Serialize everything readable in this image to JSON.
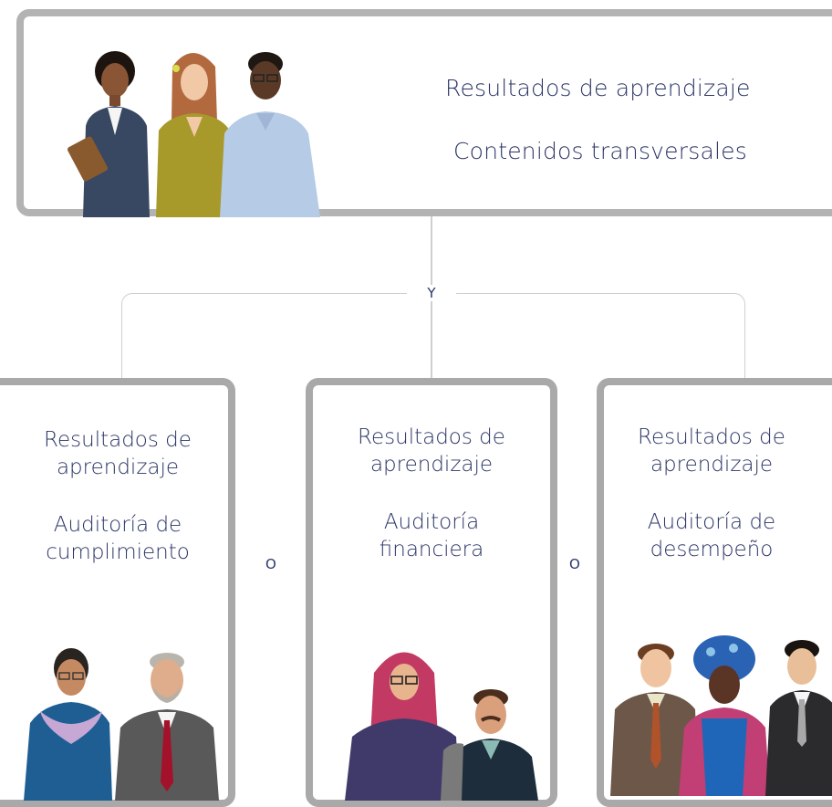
{
  "top": {
    "line1": "Resultados de aprendizaje",
    "line2": "Contenidos transversales"
  },
  "connector_label": "Y",
  "or_label": "O",
  "cards": [
    {
      "title": "Resultados de aprendizaje",
      "title_l1": "Resultados de",
      "title_l2": "aprendizaje",
      "sub_l1": "Auditoría de",
      "sub_l2": "cumplimiento"
    },
    {
      "title": "Resultados de aprendizaje",
      "title_l1": "Resultados de",
      "title_l2": "aprendizaje",
      "sub_l1": "Auditoría",
      "sub_l2": "financiera"
    },
    {
      "title": "Resultados de aprendizaje",
      "title_l1": "Resultados de",
      "title_l2": "aprendizaje",
      "sub_l1": "Auditoría de",
      "sub_l2": "desempeño"
    }
  ],
  "colors": {
    "text": "#2a3566",
    "border": "#b3b3b3",
    "line": "#cfcfcf"
  }
}
